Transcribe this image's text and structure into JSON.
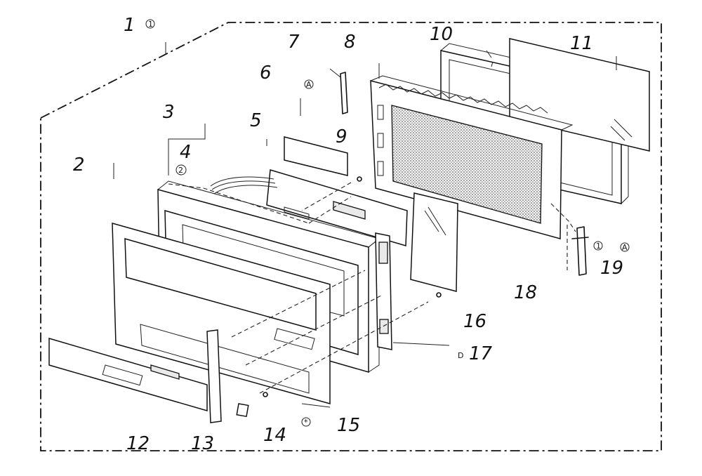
{
  "callouts": [
    {
      "id": "1",
      "label": "1"
    },
    {
      "id": "2",
      "label": "2"
    },
    {
      "id": "3",
      "label": "3"
    },
    {
      "id": "4",
      "label": "4"
    },
    {
      "id": "5",
      "label": "5"
    },
    {
      "id": "6",
      "label": "6"
    },
    {
      "id": "7",
      "label": "7"
    },
    {
      "id": "8",
      "label": "8"
    },
    {
      "id": "9",
      "label": "9"
    },
    {
      "id": "10",
      "label": "10"
    },
    {
      "id": "11",
      "label": "11"
    },
    {
      "id": "12",
      "label": "12"
    },
    {
      "id": "13",
      "label": "13"
    },
    {
      "id": "14",
      "label": "14"
    },
    {
      "id": "15",
      "label": "15"
    },
    {
      "id": "16",
      "label": "16"
    },
    {
      "id": "17",
      "label": "17"
    },
    {
      "id": "18",
      "label": "18"
    },
    {
      "id": "19",
      "label": "19"
    }
  ],
  "symbols": {
    "sym_1": "1",
    "sym_6": "A",
    "sym_4": "2",
    "sym_19a": "1",
    "sym_19b": "A",
    "sym_15": "*",
    "sym_17": "D"
  }
}
